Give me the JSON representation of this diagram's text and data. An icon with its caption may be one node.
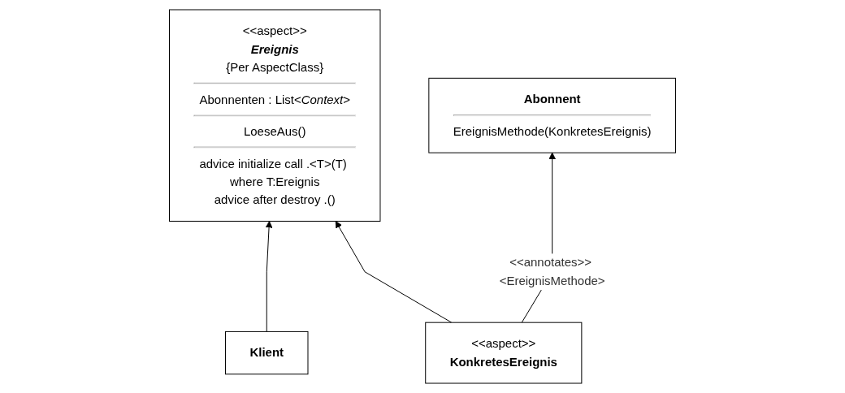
{
  "diagram": {
    "nodes": [
      {
        "text": [
          "<<aspect>>",
          "Ereignis",
          "{Per AspectClass}",
          "Abonnenten : List<*Context*>",
          "LoeseAus()",
          "advice initialize call .<T>(T) where T:Ereignis",
          "advice after destroy .()"
        ]
      },
      {
        "text": [
          "Klient"
        ]
      },
      {
        "text": [
          "Abonnent",
          "EreignisMethode(KonkretesEreignis)"
        ]
      },
      {
        "text": [
          "<<aspect>>",
          "KonkretesEreignis"
        ]
      }
    ],
    "edges": [
      {
        "from": 1,
        "to": 0,
        "arrow": "to"
      },
      {
        "from": 3,
        "to": 0,
        "arrow": "to"
      },
      {
        "from": 3,
        "to": 2,
        "arrow": "to",
        "label": "<<annotates>> <EreignisMethode>"
      }
    ]
  }
}
